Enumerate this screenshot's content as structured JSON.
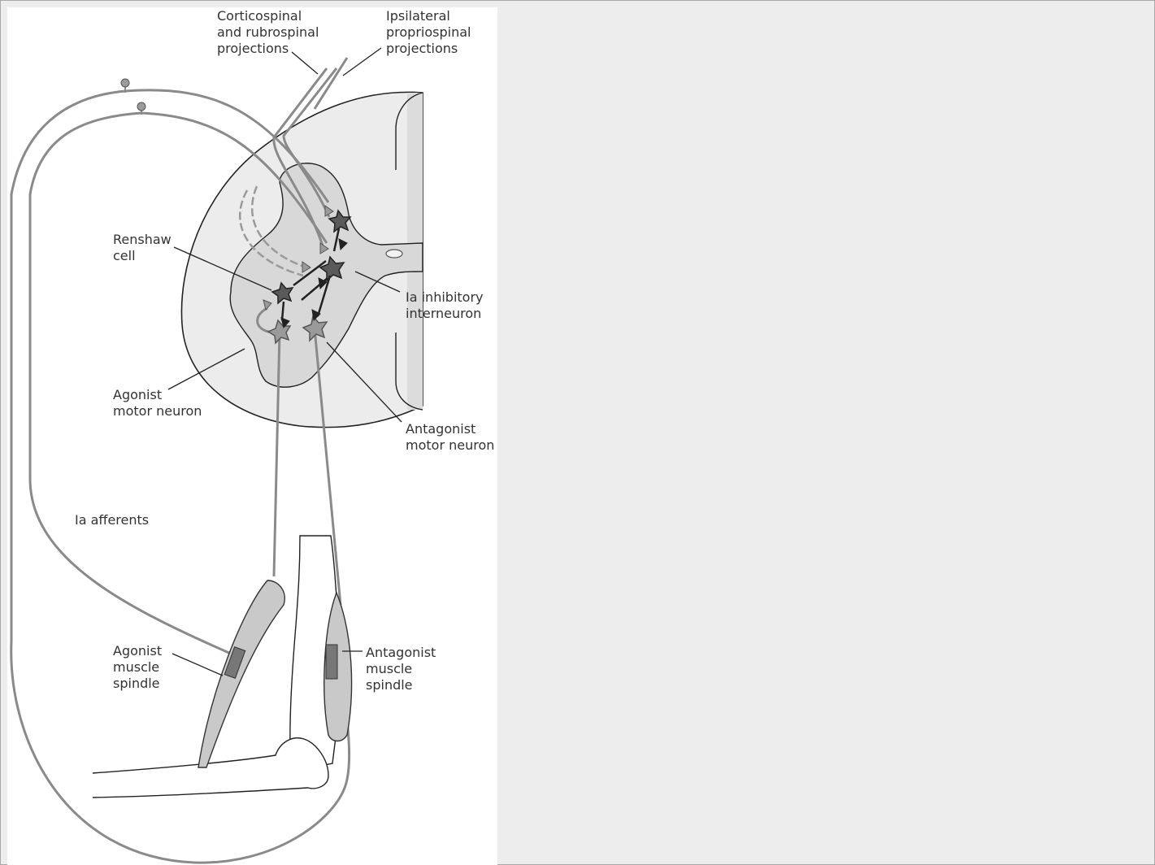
{
  "figure": {
    "labels": {
      "corticospinal": [
        "Corticospinal",
        "and rubrospinal",
        "projections"
      ],
      "ipsilateral": [
        "Ipsilateral",
        "propriospinal",
        "projections"
      ],
      "renshaw": [
        "Renshaw",
        "cell"
      ],
      "ia_inhibitory": [
        "Ia inhibitory",
        "interneuron"
      ],
      "agonist_motor": [
        "Agonist",
        "motor neuron"
      ],
      "antagonist_motor": [
        "Antagonist",
        "motor neuron"
      ],
      "ia_afferents": "Ia afferents",
      "agonist_spindle": [
        "Agonist",
        "muscle",
        "spindle"
      ],
      "antagonist_spindle": [
        "Antagonist",
        "muscle",
        "spindle"
      ]
    },
    "colors": {
      "line": "#8a8a8a",
      "outline": "#222222",
      "cord": "#e9e9e9",
      "gray_matter": "#d8d8d8",
      "neuron_dark": "#5a5a5a",
      "neuron_light": "#9a9a9a"
    }
  }
}
